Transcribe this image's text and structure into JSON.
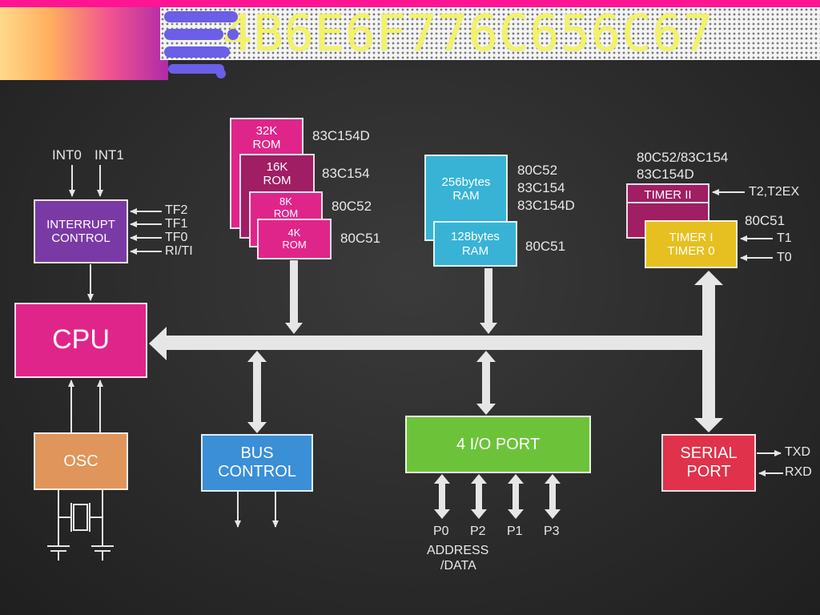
{
  "banner": {
    "hex_text": "4B6E6F776C656C67"
  },
  "interrupt": {
    "inputs": [
      "INT0",
      "INT1"
    ],
    "block": [
      "INTERRUPT",
      "CONTROL"
    ],
    "flags": [
      "TF2",
      "TF1",
      "TF0",
      "RI/TI"
    ]
  },
  "rom": {
    "blocks": [
      {
        "lines": [
          "32K",
          "ROM"
        ],
        "variant": "83C154D"
      },
      {
        "lines": [
          "16K",
          "ROM"
        ],
        "variant": "83C154"
      },
      {
        "lines": [
          "8K",
          "ROM"
        ],
        "variant": "80C52"
      },
      {
        "lines": [
          "4K",
          "ROM"
        ],
        "variant": "80C51"
      }
    ]
  },
  "ram": {
    "big": {
      "lines": [
        "256bytes",
        "RAM"
      ],
      "variants": [
        "80C52",
        "83C154",
        "83C154D"
      ]
    },
    "small": {
      "lines": [
        "128bytes",
        "RAM"
      ],
      "variant": "80C51"
    }
  },
  "timers": {
    "header_variants": [
      "80C52/83C154",
      "83C154D"
    ],
    "timer2": {
      "label": "TIMER II",
      "input": "T2,T2EX"
    },
    "timer01": {
      "lines": [
        "TIMER I",
        "TIMER 0"
      ],
      "variant": "80C51",
      "inputs": [
        "T1",
        "T0"
      ]
    }
  },
  "cpu": {
    "label": "CPU"
  },
  "osc": {
    "label": "OSC"
  },
  "bus_control": {
    "lines": [
      "BUS",
      "CONTROL"
    ]
  },
  "io": {
    "label": "4 I/O PORT",
    "ports": [
      "P0",
      "P2",
      "P1",
      "P3"
    ],
    "note_lines": [
      "ADDRESS",
      "/DATA"
    ]
  },
  "serial": {
    "lines": [
      "SERIAL",
      "PORT"
    ],
    "outputs": [
      "TXD",
      "RXD"
    ]
  },
  "colors": {
    "board": "#2b2b2b",
    "magenta": "#e0258a",
    "purple": "#7a3aa6",
    "cyan": "#38b3d6",
    "yellow": "#e6c020",
    "orange": "#e0955a",
    "blue": "#3a8fd6",
    "green": "#6cc33a",
    "red": "#e0324a",
    "wire": "#e6e6e6"
  }
}
